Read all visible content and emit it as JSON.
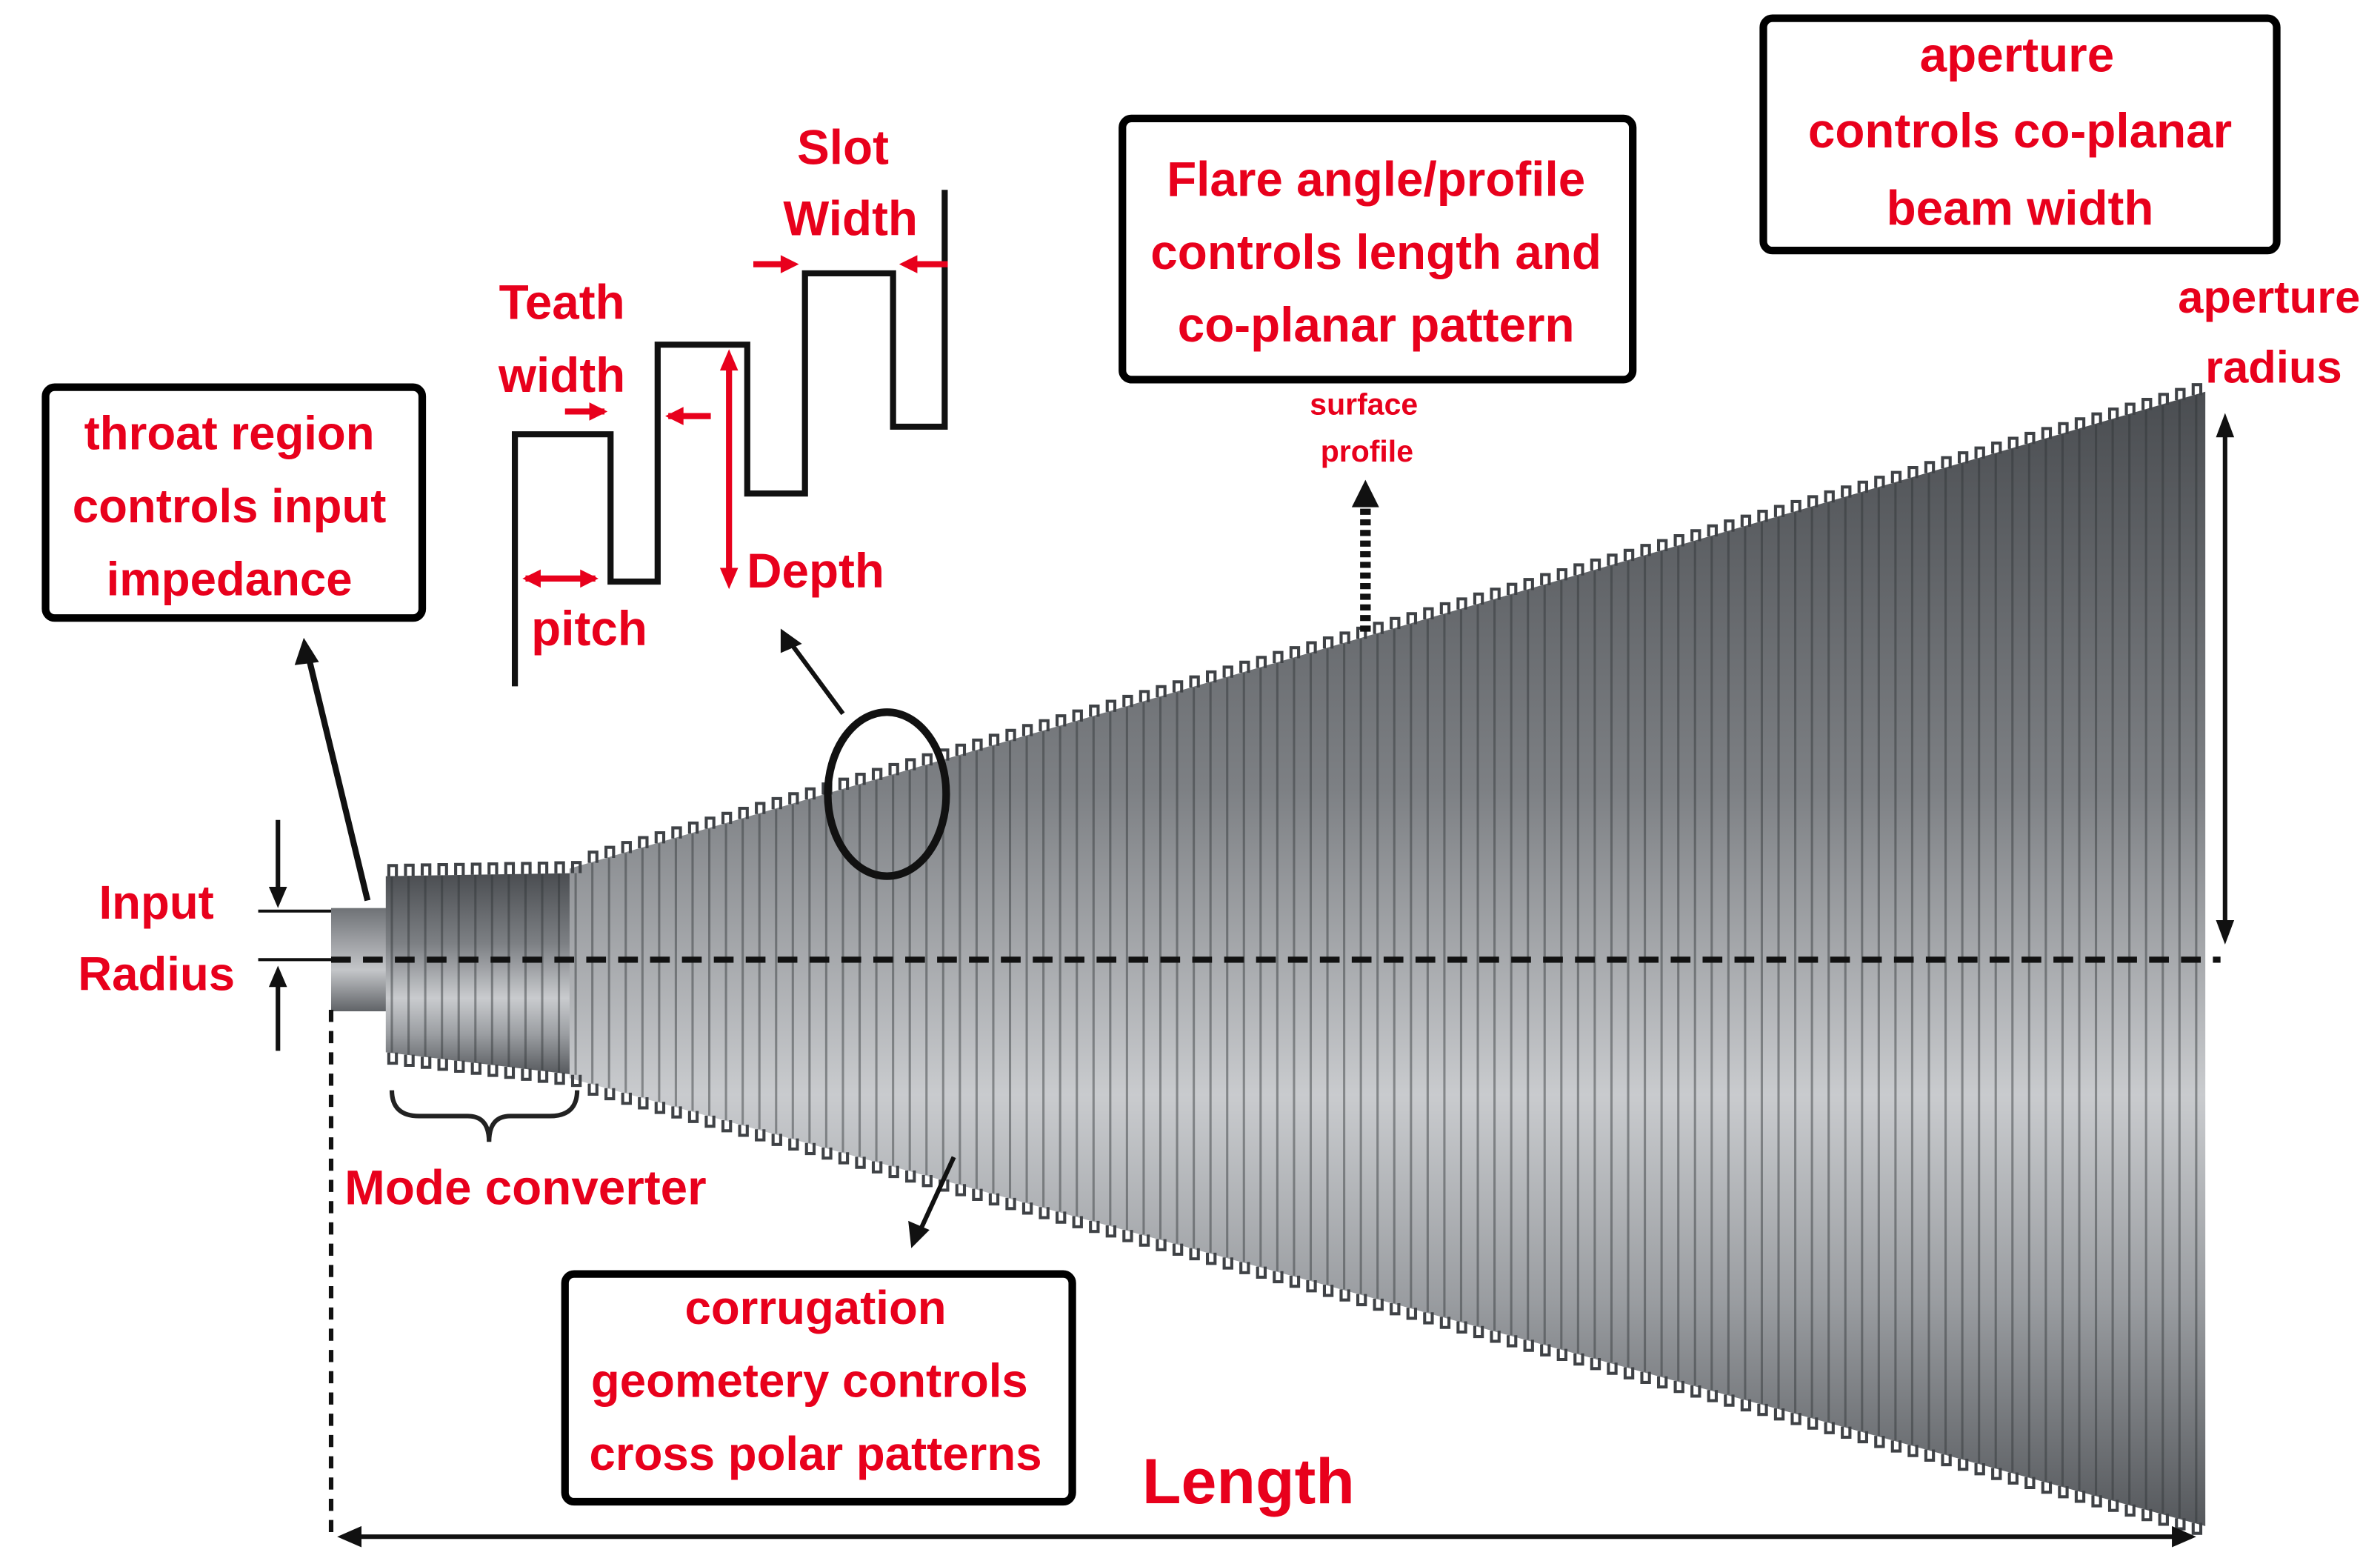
{
  "colors": {
    "label_red": "#e8001c",
    "outline": "#000000",
    "metal_dark": "#3a3d40",
    "metal_light": "#d6d8da",
    "background": "#ffffff"
  },
  "labels": {
    "slot": "Slot",
    "width_slot": "Width",
    "teath": "Teath",
    "width_teath": "width",
    "pitch": "pitch",
    "depth": "Depth",
    "surface": "surface",
    "profile": "profile",
    "input": "Input",
    "radius_input": "Radius",
    "aperture_label": "aperture",
    "radius_aperture": "radius",
    "mode_converter": "Mode converter",
    "length": "Length"
  },
  "boxes": {
    "throat": [
      "throat region",
      "controls input",
      "impedance"
    ],
    "flare": [
      "Flare angle/profile",
      "controls length and",
      "co-planar pattern"
    ],
    "aperture": [
      "aperture",
      "controls co-planar",
      "beam width"
    ],
    "corrugation": [
      "corrugation",
      "geometery controls",
      "cross polar patterns"
    ]
  },
  "icons": {
    "corrugation_detail": "step-profile-icon",
    "detail_marker": "circle-marker-icon",
    "brace": "curly-brace-icon"
  }
}
